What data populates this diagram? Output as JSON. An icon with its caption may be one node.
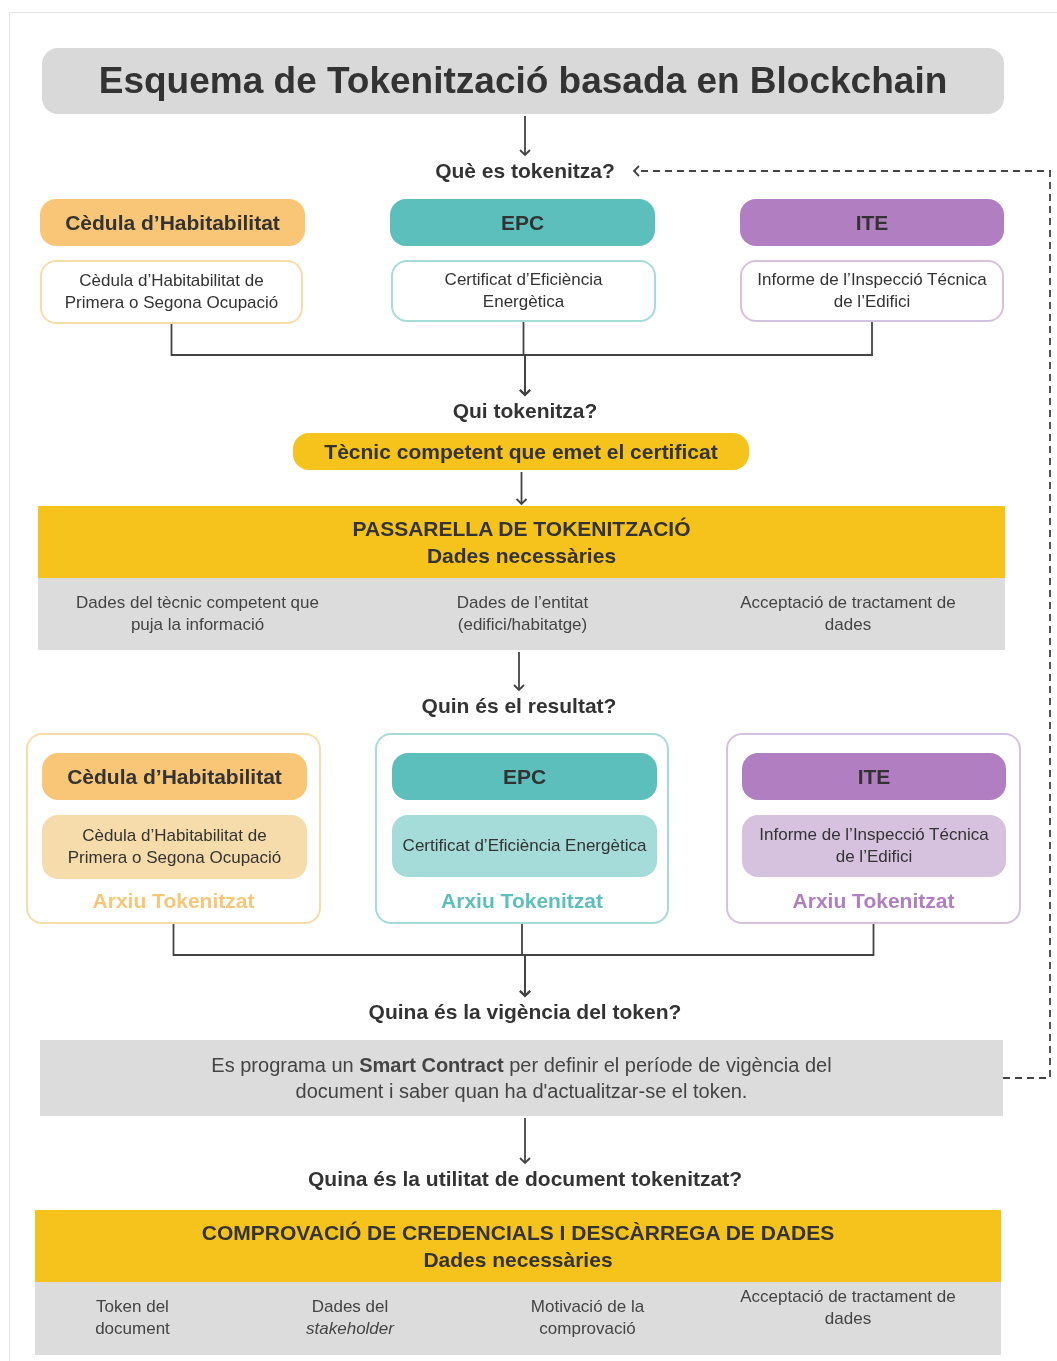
{
  "diagram": {
    "nodes": [
      {
        "text": [
          "Esquema de Tokenització basada en Blockchain"
        ]
      },
      {
        "text": [
          "Què es tokenitza?"
        ]
      },
      {
        "text": [
          "Cèdula d’Habitabilitat"
        ]
      },
      {
        "text": [
          "Cèdula d’Habitabilitat de Primera o Segona Ocupació"
        ]
      },
      {
        "text": [
          "EPC"
        ]
      },
      {
        "text": [
          "Certificat d’Eficiència Energètica"
        ]
      },
      {
        "text": [
          "ITE"
        ]
      },
      {
        "text": [
          "Informe de l’Inspecció Técnica de l’Edifici"
        ]
      },
      {
        "text": [
          "Qui tokenitza?"
        ]
      },
      {
        "text": [
          "Tècnic competent que emet el certificat"
        ]
      },
      {
        "text": [
          "PASSARELLA DE TOKENITZACIÓ",
          "Dades necessàries"
        ]
      },
      {
        "text": [
          "Quin és el resultat?"
        ]
      },
      {
        "text": [
          "Arxiu Tokenitzat"
        ]
      },
      {
        "text": [
          "Cèdula d’Habitabilitat"
        ],
        "in": 12
      },
      {
        "text": [
          "Cèdula d’Habitabilitat de Primera o Segona Ocupació"
        ],
        "in": 12
      },
      {
        "text": [
          "Arxiu Tokenitzat"
        ]
      },
      {
        "text": [
          "EPC"
        ],
        "in": 15
      },
      {
        "text": [
          "Certificat d’Eficiència Energètica"
        ],
        "in": 15
      },
      {
        "text": [
          "Arxiu Tokenitzat"
        ]
      },
      {
        "text": [
          "ITE"
        ],
        "in": 18
      },
      {
        "text": [
          "Informe de l’Inspecció Técnica de l’Edifici"
        ],
        "in": 18
      },
      {
        "text": [
          "Quina és la vigència del token?"
        ]
      },
      {
        "text": [
          "Es programa un **Smart Contract** per definir el període de vigència del document i saber quan ha d'actualitzar-se el token."
        ]
      },
      {
        "text": [
          "Quina és la utilitat de document tokenitzat?"
        ]
      },
      {
        "text": [
          "COMPROVACIÓ DE CREDENCIALS I DESCÀRREGA DE DADES",
          "Dades necessàries"
        ]
      }
    ],
    "edges": [
      {
        "from": 0,
        "to": 1,
        "arrow": "to"
      },
      {
        "from": 3,
        "to": 8,
        "arrow": "to"
      },
      {
        "from": 5,
        "to": 8,
        "arrow": "to"
      },
      {
        "from": 7,
        "to": 8,
        "arrow": "to"
      },
      {
        "from": 9,
        "to": 10,
        "arrow": "to"
      },
      {
        "from": 10,
        "to": 11,
        "arrow": "to"
      },
      {
        "from": 12,
        "to": 21,
        "arrow": "to"
      },
      {
        "from": 15,
        "to": 21,
        "arrow": "to"
      },
      {
        "from": 18,
        "to": 21,
        "arrow": "to"
      },
      {
        "from": 22,
        "to": 23,
        "arrow": "to"
      },
      {
        "from": 22,
        "to": 1,
        "arrow": "to",
        "style": "dashed"
      }
    ],
    "labels": [
      "Dades del tècnic competent que puja la informació",
      "Dades de l’entitat (edifici/habitatge)",
      "Acceptació de tractament de dades",
      "Token del document",
      "Dades del *stakeholder*",
      "Motivació de la comprovació",
      "Acceptació de tractament de dades"
    ]
  }
}
